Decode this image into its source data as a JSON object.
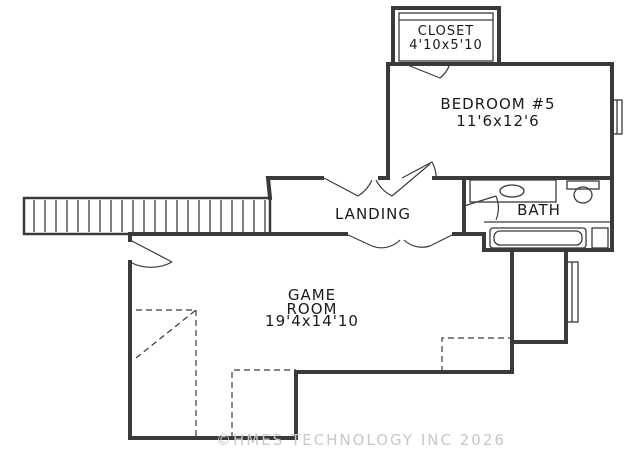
{
  "rooms": {
    "closet": {
      "name": "CLOSET",
      "dims": "4'10x5'10"
    },
    "bedroom5": {
      "name": "BEDROOM #5",
      "dims": "11'6x12'6"
    },
    "landing": {
      "name": "LANDING"
    },
    "bath": {
      "name": "BATH"
    },
    "game_room": {
      "name_line1": "GAME",
      "name_line2": "ROOM",
      "dims": "19'4x14'10"
    }
  },
  "watermark": "©HMES TECHNOLOGY INC 2026"
}
